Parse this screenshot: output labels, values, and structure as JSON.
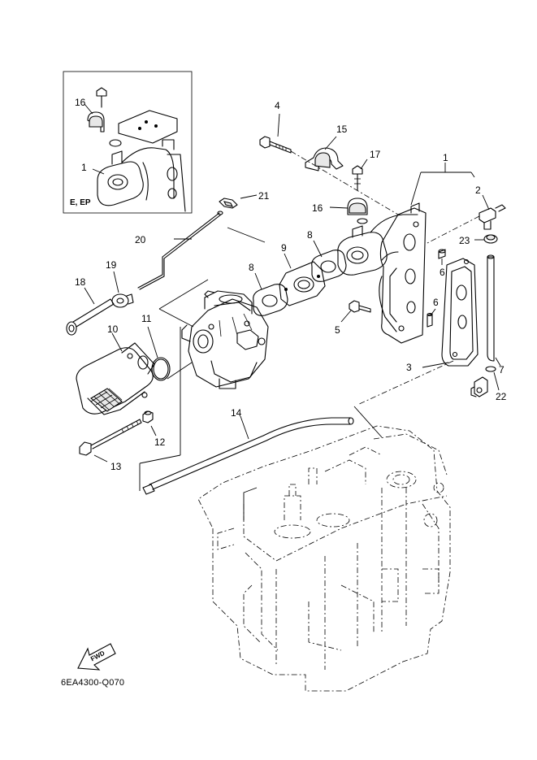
{
  "diagram": {
    "drawing_code": "6EA4300-Q070",
    "inset_label": "E, EP",
    "fwd_label": "FWD",
    "callouts": [
      "1",
      "2",
      "3",
      "4",
      "5",
      "6",
      "6",
      "7",
      "8",
      "8",
      "9",
      "10",
      "11",
      "12",
      "13",
      "14",
      "15",
      "16",
      "16",
      "17",
      "18",
      "19",
      "20",
      "21",
      "22",
      "23",
      "1"
    ]
  }
}
